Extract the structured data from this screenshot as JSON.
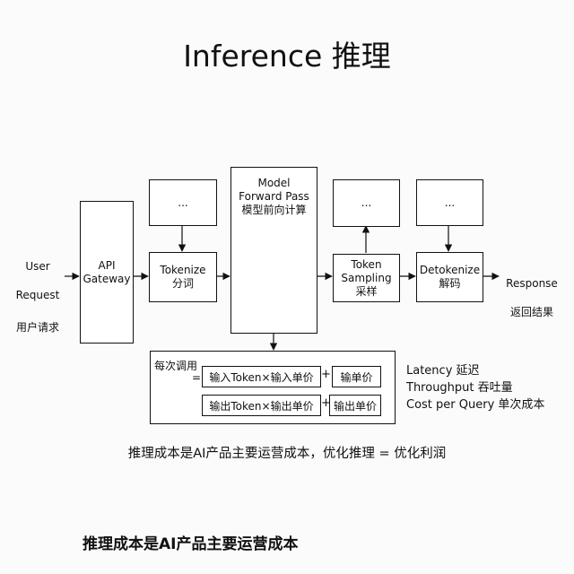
{
  "title": "Inference 推理",
  "input": {
    "line1": "User",
    "line2": "Request",
    "line3": "用户请求"
  },
  "output": {
    "line1": "Response",
    "line2": "返回结果"
  },
  "api_gateway": {
    "label": "API\nGateway"
  },
  "tokenize": {
    "label": "Tokenize\n分词"
  },
  "model": {
    "label": "Model\nForward Pass\n模型前向计算"
  },
  "sampling": {
    "label": "Token\nSampling\n采样"
  },
  "detokenize": {
    "label": "Detokenize\n解码"
  },
  "placeholders": {
    "tokenize_top": "...",
    "sampling_top": "...",
    "detokenize_top": "..."
  },
  "cost": {
    "prefix_line1": "每次调用",
    "prefix_line2": "=",
    "input_term": "输入Token×输入单价",
    "input_plus_term": "输单价",
    "output_term": "输出Token×输出单价",
    "output_plus_term": "输出单价",
    "plus": "+"
  },
  "metrics": {
    "latency": "Latency 延迟",
    "throughput": "Throughput 吞吐量",
    "cost_per_query": "Cost per Query 单次成本"
  },
  "summary": "推理成本是AI产品主要运营成本，优化推理 = 优化利润",
  "footer": "推理成本是AI产品主要运营成本"
}
